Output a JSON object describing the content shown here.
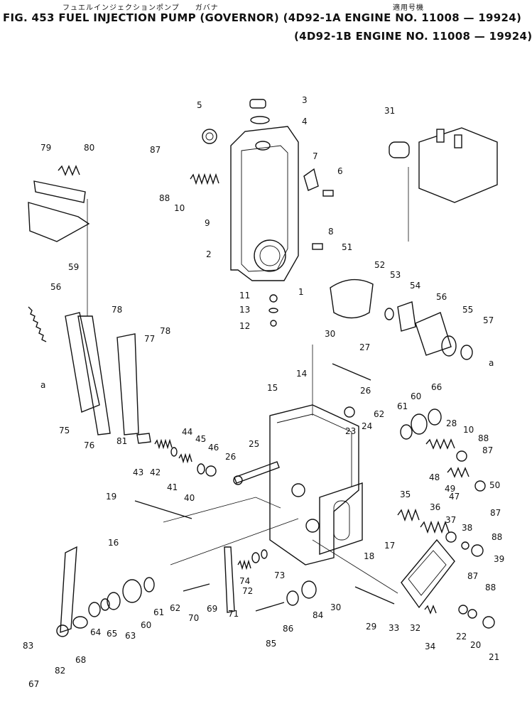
{
  "header": {
    "katakana_caption": "フュエルインジェクションポンプ　　ガバナ",
    "applicable_caption": "適用号機",
    "figure_label": "FIG. 453",
    "title": "FUEL INJECTION PUMP (GOVERNOR)",
    "applicability_line_1": "(4D92-1A  ENGINE NO. 11008 — 19924)",
    "applicability_line_2": "(4D92-1B  ENGINE NO. 11008 — 19924)"
  },
  "callouts": [
    "3",
    "4",
    "5",
    "7",
    "6",
    "8",
    "2",
    "1",
    "11",
    "13",
    "12",
    "31",
    "51",
    "52",
    "53",
    "54",
    "56",
    "55",
    "57",
    "a",
    "79",
    "80",
    "87",
    "88",
    "10",
    "9",
    "59",
    "56",
    "78",
    "77",
    "78",
    "a",
    "75",
    "76",
    "81",
    "43",
    "42",
    "41",
    "44",
    "45",
    "46",
    "40",
    "30",
    "27",
    "14",
    "15",
    "26",
    "25",
    "26",
    "24",
    "23",
    "62",
    "61",
    "60",
    "66",
    "28",
    "10",
    "88",
    "87",
    "48",
    "49",
    "47",
    "50",
    "19",
    "16",
    "35",
    "36",
    "37",
    "38",
    "88",
    "39",
    "18",
    "17",
    "87",
    "74",
    "73",
    "72",
    "71",
    "70",
    "69",
    "62",
    "61",
    "60",
    "63",
    "65",
    "64",
    "68",
    "82",
    "83",
    "67",
    "84",
    "86",
    "85",
    "30",
    "29",
    "33",
    "32",
    "34",
    "87",
    "88",
    "22",
    "20",
    "21"
  ]
}
